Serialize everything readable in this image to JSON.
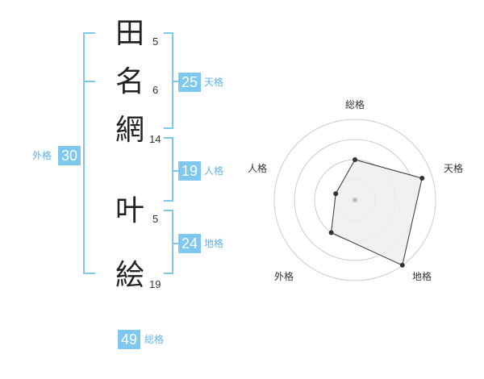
{
  "name": {
    "characters": [
      {
        "char": "田",
        "strokes": "5"
      },
      {
        "char": "名",
        "strokes": "6"
      },
      {
        "char": "網",
        "strokes": "14"
      },
      {
        "char": "叶",
        "strokes": "5"
      },
      {
        "char": "絵",
        "strokes": "19"
      }
    ]
  },
  "fortune": {
    "tenkaku": {
      "value": "25",
      "label": "天格"
    },
    "jinkaku": {
      "value": "19",
      "label": "人格"
    },
    "chikaku": {
      "value": "24",
      "label": "地格"
    },
    "gaikaku": {
      "value": "30",
      "label": "外格"
    },
    "soukaku": {
      "value": "49",
      "label": "総格"
    }
  },
  "radar": {
    "axes": [
      "総格",
      "天格",
      "地格",
      "外格",
      "人格"
    ],
    "levels": 4,
    "max": 4,
    "values": [
      2,
      3.5,
      4,
      2,
      1
    ],
    "colors": {
      "grid": "#cccccc",
      "fill": "#efefef",
      "line": "#333333",
      "point": "#333333",
      "center": "#bbbbbb"
    }
  },
  "colors": {
    "accent": "#7ec8f0",
    "accent_text": "#5fb3e8"
  }
}
